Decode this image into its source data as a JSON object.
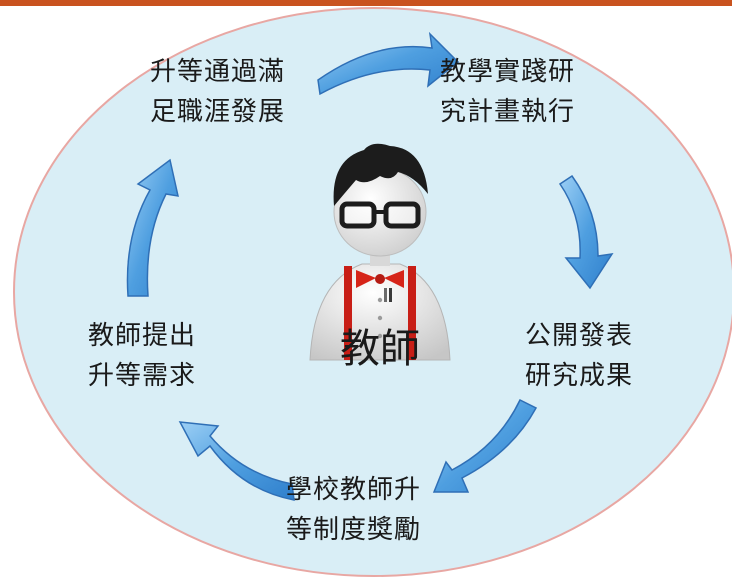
{
  "diagram": {
    "center_label": "教師",
    "steps": [
      {
        "line1": "升等通過滿",
        "line2": "足職涯發展"
      },
      {
        "line1": "教學實踐研",
        "line2": "究計畫執行"
      },
      {
        "line1": "公開發表",
        "line2": "研究成果"
      },
      {
        "line1": "學校教師升",
        "line2": "等制度獎勵"
      },
      {
        "line1": "教師提出",
        "line2": "升等需求"
      }
    ]
  },
  "colors": {
    "accent_bar": "#c9531f",
    "ellipse_fill": "#d9eef6",
    "ellipse_stroke": "#e8a7a3",
    "arrow_blue": "#4f9fe0",
    "teacher_tie": "#d62418"
  },
  "icons": [
    "teacher-figure-icon",
    "cycle-arrow-icon"
  ]
}
